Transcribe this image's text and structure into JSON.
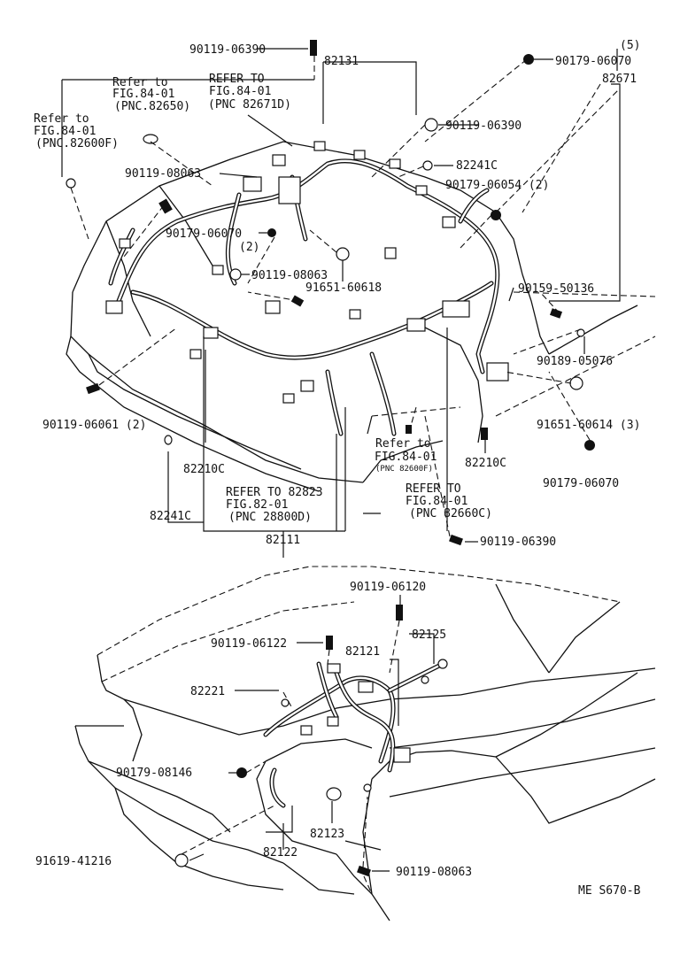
{
  "labels": {
    "p90119_06390_top": "90119-06390",
    "p82131": "82131",
    "qty5": "(5)",
    "p90179_06070_top": "90179-06070",
    "p82671": "82671",
    "refer_82650_line1": "Refer to",
    "refer_82650_line2": "FIG.84-01",
    "refer_82650_line3": "(PNC.82650)",
    "refer_82671d_line1": "REFER TO",
    "refer_82671d_line2": "FIG.84-01",
    "refer_82671d_line3": "(PNC 82671D)",
    "refer_82600f_line1": "Refer to",
    "refer_82600f_line2": "FIG.84-01",
    "refer_82600f_line3": "(PNC.82600F)",
    "p90119_06390_mid": "90119-06390",
    "p90119_08063_top": "90119-08063",
    "p82241c_right": "82241C",
    "p90179_06054": "90179-06054 (2)",
    "p90179_06070_mid": "90179-06070",
    "qty2": "(2)",
    "p90119_08063_mid": "90119-08063",
    "p91651_60618": "91651-60618",
    "p90159_50136": "90159-50136",
    "p90189_05076": "90189-05076",
    "p91651_60614": "91651-60614 (3)",
    "p90119_06061": "90119-06061 (2)",
    "p82210c_left": "82210C",
    "refer_low_line1": "Refer to",
    "refer_low_line2": "FIG.84-01",
    "refer_low_line3": "(PNC 82600F)",
    "p82210c_right": "82210C",
    "p90179_06070_bot": "90179-06070",
    "refer_82823_line1": "REFER TO 82823",
    "refer_82823_line2": "FIG.82-01",
    "refer_82823_line3": "(PNC 28800D)",
    "refer_82660c_line1": "REFER TO",
    "refer_82660c_line2": "FIG.84-01",
    "refer_82660c_line3": "(PNC 82660C)",
    "p82241c_left": "82241C",
    "p82111": "82111",
    "p90119_06390_bot": "90119-06390",
    "p90119_06120": "90119-06120",
    "p90119_06122": "90119-06122",
    "p82125": "82125",
    "p82121": "82121",
    "p82221": "82221",
    "p90179_08146": "90179-08146",
    "p82123": "82123",
    "p82122": "82122",
    "p91619_41216": "91619-41216",
    "p90119_08063_bot": "90119-08063",
    "diagram_code": "ME S670-B"
  }
}
